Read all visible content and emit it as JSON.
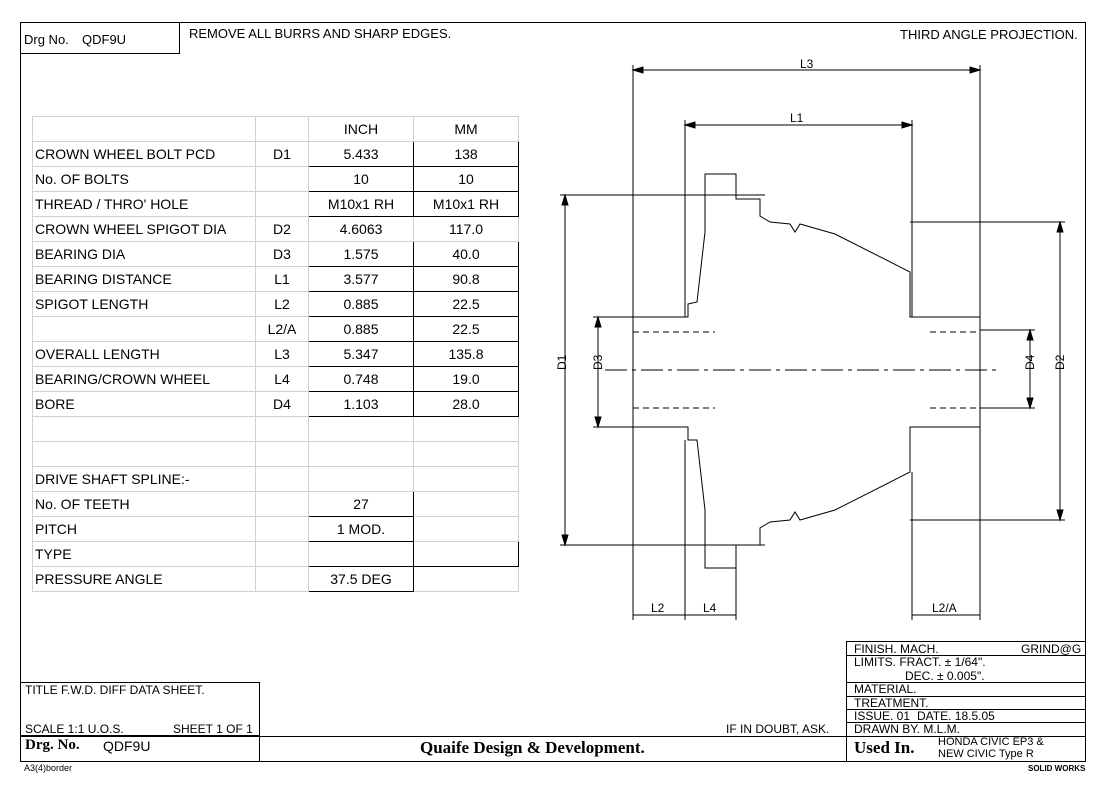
{
  "header": {
    "drg_label": "Drg No.",
    "drg_no": "QDF9U",
    "note": "REMOVE ALL BURRS AND SHARP EDGES.",
    "projection": "THIRD ANGLE PROJECTION."
  },
  "table": {
    "col_inch": "INCH",
    "col_mm": "MM",
    "rows": [
      {
        "name": "CROWN WHEEL BOLT PCD",
        "sym": "D1",
        "inch": "5.433",
        "mm": "138"
      },
      {
        "name": "No. OF BOLTS",
        "sym": "",
        "inch": "10",
        "mm": "10"
      },
      {
        "name": "THREAD / THRO' HOLE",
        "sym": "",
        "inch": "M10x1 RH",
        "mm": "M10x1 RH"
      },
      {
        "name": "CROWN WHEEL SPIGOT DIA",
        "sym": "D2",
        "inch": "4.6063",
        "mm": "117.0"
      },
      {
        "name": "BEARING DIA",
        "sym": "D3",
        "inch": "1.575",
        "mm": "40.0"
      },
      {
        "name": "BEARING DISTANCE",
        "sym": "L1",
        "inch": "3.577",
        "mm": "90.8"
      },
      {
        "name": "SPIGOT LENGTH",
        "sym": "L2",
        "inch": "0.885",
        "mm": "22.5"
      },
      {
        "name": "",
        "sym": "L2/A",
        "inch": "0.885",
        "mm": "22.5"
      },
      {
        "name": "OVERALL LENGTH",
        "sym": "L3",
        "inch": "5.347",
        "mm": "135.8"
      },
      {
        "name": "BEARING/CROWN WHEEL",
        "sym": "L4",
        "inch": "0.748",
        "mm": "19.0"
      },
      {
        "name": "BORE",
        "sym": "D4",
        "inch": "1.103",
        "mm": "28.0"
      }
    ],
    "spline_heading": "DRIVE SHAFT SPLINE:-",
    "spline_rows": [
      {
        "name": "No. OF TEETH",
        "val": "27"
      },
      {
        "name": "PITCH",
        "val": "1 MOD."
      },
      {
        "name": "TYPE",
        "val": ""
      },
      {
        "name": "PRESSURE ANGLE",
        "val": "37.5 DEG"
      }
    ]
  },
  "drawing_labels": {
    "L3": "L3",
    "L1": "L1",
    "D1": "D1",
    "D3": "D3",
    "D4": "D4",
    "D2": "D2",
    "L2": "L2",
    "L4": "L4",
    "L2A": "L2/A"
  },
  "title_block": {
    "title": "TITLE  F.W.D. DIFF DATA SHEET.",
    "scale": "SCALE 1:1 U.O.S.",
    "sheet": "SHEET 1 OF 1",
    "drg_label": "Drg. No.",
    "drg_no": "QDF9U",
    "company": "Quaife Design & Development.",
    "if_in_doubt": "IF IN DOUBT, ASK.",
    "finish_label": "FINISH. MACH.",
    "finish_value": "GRIND@G",
    "limits_fract": "LIMITS. FRACT.  ± 1/64\".",
    "limits_dec": "DEC.  ± 0.005\".",
    "material": "MATERIAL.",
    "treatment": "TREATMENT.",
    "issue": "ISSUE. 01",
    "date": "DATE. 18.5.05",
    "drawn_by": "DRAWN BY. M.L.M.",
    "used_in_label": "Used In.",
    "used_in_1": "HONDA CIVIC EP3 &",
    "used_in_2": "NEW CIVIC Type R",
    "border_name": "A3(4)border",
    "software": "SOLID WORKS"
  }
}
